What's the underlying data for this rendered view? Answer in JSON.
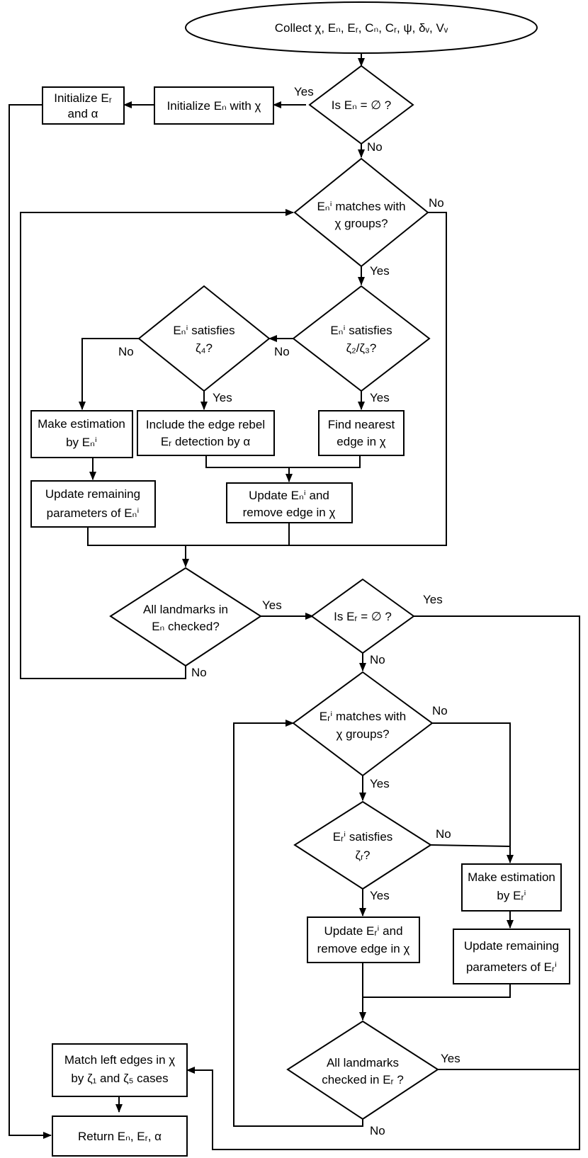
{
  "nodes": {
    "start": "Collect  χ, Eₙ, Eᵣ, Cₙ, Cᵣ, ψ, δᵥ, Vᵥ",
    "q_en_empty": "Is Eₙ = ∅ ?",
    "init_en": "Initialize Eₙ with χ",
    "init_er_1": "Initialize Eᵣ",
    "init_er_2": "and α",
    "en_match_1": "Eₙⁱ matches with",
    "en_match_2": "χ groups?",
    "en_z23_1": "Eₙⁱ satisfies",
    "en_z23_2": "ζ₂/ζ₃?",
    "en_z4_1": "Eₙⁱ satisfies",
    "en_z4_2": "ζ₄?",
    "est_en_1": "Make estimation",
    "est_en_2": "by Eₙⁱ",
    "include_1": "Include the edge rebel",
    "include_2": "Eᵣ detection by α",
    "nearest_1": "Find nearest",
    "nearest_2": "edge in χ",
    "upd_rem_en_1": "Update remaining",
    "upd_rem_en_2": "parameters of Eₙⁱ",
    "upd_en_1": "Update Eₙⁱ and",
    "upd_en_2": "remove edge in χ",
    "all_en_1": "All landmarks in",
    "all_en_2": "Eₙ checked?",
    "q_er_empty": "Is Eᵣ = ∅ ?",
    "er_match_1": "Eᵣⁱ matches with",
    "er_match_2": "χ groups?",
    "er_zr_1": "Eᵣⁱ satisfies",
    "er_zr_2": "ζᵣ?",
    "upd_er_1": "Update  Eᵣⁱ and",
    "upd_er_2": "remove edge in χ",
    "est_er_1": "Make estimation",
    "est_er_2": "by Eᵣⁱ",
    "upd_rem_er_1": "Update remaining",
    "upd_rem_er_2": "parameters of Eᵣⁱ",
    "all_er_1": "All landmarks",
    "all_er_2": "checked in Eᵣ ?",
    "match_left_1": "Match left edges in χ",
    "match_left_2": "by ζ₁ and ζ₅  cases",
    "ret": "Return Eₙ, Eᵣ, α"
  },
  "edge_labels": {
    "yes": "Yes",
    "no": "No"
  }
}
